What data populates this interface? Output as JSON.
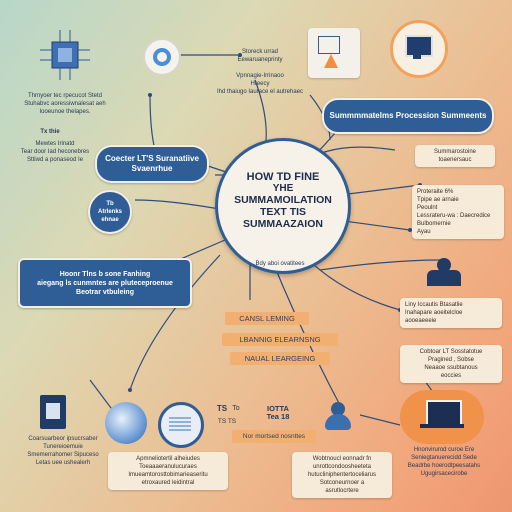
{
  "center": {
    "line1": "HOW TD FINE",
    "line2": "YHE",
    "line3": "SUMMAMOILATION",
    "line4": "TEXT TIS",
    "line5": "SUMMAAZAION",
    "sub": "Bdy aboi ovatitees"
  },
  "top": {
    "label_a1": "Storeck urrad",
    "label_a2": "Eewaruaneprinty",
    "label_b1": "Vpnnagie-Irrinaoo",
    "label_b2": "Hreecy",
    "label_b3": "Ihd thaiugo Iaurace el autrehaec"
  },
  "left": {
    "text1_l1": "Thrnyoer tec rpecucot Stetd",
    "text1_l2": "Stuhabvc aoressiwnalesat aeh",
    "text1_l3": "Iooeunoe thelapes.",
    "small_title": "Tx thie",
    "text2_l1": "Mewtes Irinatd",
    "text2_l2": "Tear door Iad heconebres",
    "text2_l3": "Sttiwd a ponaseod Ie",
    "pill1_l1": "Coecter LT'S Suranatiive",
    "pill1_l2": "Svaenrhue",
    "circle_l1": "Tb",
    "circle_l2": "Atrlenks",
    "circle_l3": "ehnae",
    "box_l1": "Hoonr Tlns b sone Fanhing",
    "box_l2": "aiegang ls cunmntes are pluteceproenue",
    "box_l3": "Beotrar vtbuleing"
  },
  "right": {
    "pill_top": "Summmmatelms Procession Summeents",
    "bubble_l1": "Summarostoine",
    "bubble_l2": "toaenersauc",
    "card1_l1": "Proteraite 6%",
    "card1_l2": "Tpipe ae arnaie",
    "card1_l3": "Peoulnt",
    "card1_l4": "Lessrateru-wa : Daecredice",
    "card1_l5": "Bulbomernie",
    "card1_l6": "Ayau",
    "card2_l1": "Liny Iccautis Btasatlie",
    "card2_l2": "Inahapare aoeitelcloe",
    "card2_l3": "aooeaeeeie",
    "card3_l1": "Cobtoar LT Sosstatotue",
    "card3_l2": "Pragined , Sobse",
    "card3_l3": "Neaaoe ssubtanous",
    "card3_l4": "eoccies",
    "bottom_l1": "Hnonvirurod curoe Ere",
    "bottom_l2": "Seniegtanuerecidd Sede",
    "bottom_l3": "Beadrbe hoerodtpeesatahs",
    "bottom_l4": "Ugugirsacecirobe"
  },
  "middle": {
    "tag1": "CANSL LEMING",
    "tag2": "LBANNIG ELEARNSNG",
    "tag3": "NAUAL LEARGEING"
  },
  "bottom": {
    "left_l1": "Coarsuarbeor ipsucrsaber",
    "left_l2": "Tunereioemuie",
    "left_l3": "Smemerrahomer Sipuceso",
    "left_l4": "Letas uee ushealerh",
    "mid_l1": "Apmneliotertil alheiudes",
    "mid_l2": "Toeaaaeranulucuraes",
    "mid_l3": "Imueamtorosttobimarieaseritu",
    "mid_l4": "etroxaured leidintral",
    "ts_a": "TS",
    "ts_b": "To",
    "ts_c": "TS TS",
    "iotta_l1": "IOTTA",
    "iotta_l2": "Tea 18",
    "banner": "Nor mortsed nosnttes",
    "right_l1": "Wobtnoucl eonnadr fn",
    "right_l2": "unrottcondoosheeteta",
    "right_l3": "hutucliniphentertoceliarus",
    "right_l4": "Sotconeurnoer a",
    "right_l5": "asrutlocrtere"
  }
}
